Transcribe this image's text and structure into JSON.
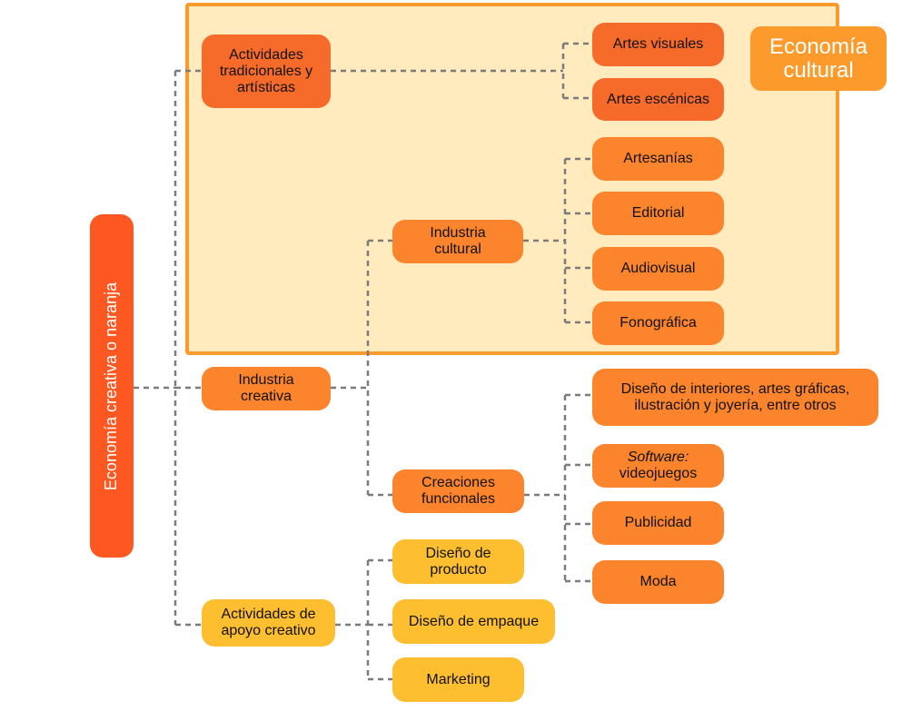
{
  "diagram": {
    "root": "Economía creativa o naranja",
    "highlight_label": "Economía cultural",
    "colors": {
      "root": "#fd5722",
      "level_red": "#f66a2a",
      "level_orange": "#fb842c",
      "level_yellow": "#fdbe2f",
      "frame_border": "#fc9a2c",
      "frame_fill": "#ffebbd",
      "connector": "#7b7b7b"
    },
    "branches": [
      {
        "label": "Actividades\ntradicionales y\nartísticas",
        "children": [
          "Artes visuales",
          "Artes escénicas"
        ]
      },
      {
        "label": "Industria\ncreativa",
        "children": [
          {
            "label": "Industria\ncultural",
            "children": [
              "Artesanías",
              "Editorial",
              "Audiovisual",
              "Fonográfica"
            ]
          },
          {
            "label": "Creaciones\nfuncionales",
            "children": [
              "Diseño de interiores, artes gráficas,\nilustración y joyería, entre otros",
              {
                "italic": "Software:",
                "rest": "videojuegos"
              },
              "Publicidad",
              "Moda"
            ]
          }
        ]
      },
      {
        "label": "Actividades de\napoyo creativo",
        "children": [
          "Diseño de\nproducto",
          "Diseño de empaque",
          "Marketing"
        ]
      }
    ]
  }
}
